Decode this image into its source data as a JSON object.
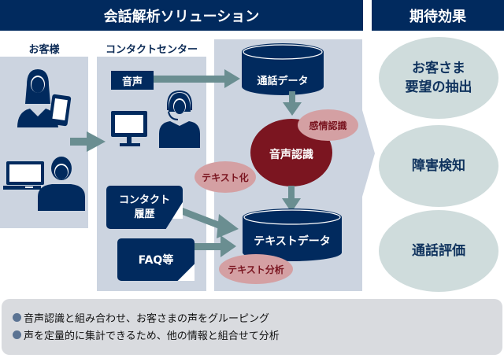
{
  "header": {
    "solution_title": "会話解析ソリューション",
    "effects_title": "期待効果"
  },
  "columns": {
    "customer_label": "お客様",
    "contact_center_label": "コンタクトセンター"
  },
  "contact_center": {
    "voice_label": "音声",
    "history_label_line1": "コンタクト",
    "history_label_line2": "履歴",
    "faq_label": "FAQ等"
  },
  "processing": {
    "call_data_label": "通話データ",
    "speech_recognition_label": "音声認識",
    "emotion_recognition_label": "感情認識",
    "text_conversion_label": "テキスト化",
    "text_data_label": "テキストデータ",
    "text_analysis_label": "テキスト分析"
  },
  "effects": [
    {
      "line1": "お客さま",
      "line2": "要望の抽出"
    },
    {
      "line1": "障害検知",
      "line2": ""
    },
    {
      "line1": "通話評価",
      "line2": ""
    }
  ],
  "notes": [
    "音声認識と組み合わせ、お客さまの声をグルーピング",
    "声を定量的に集計できるため、他の情報と組合せて分析"
  ],
  "colors": {
    "navy": "#012a5e",
    "panel": "#ccd4e0",
    "arrow": "#6a8e91",
    "speech_red": "#7b1520",
    "pink": "#d4a0a3",
    "effect": "#cfdcdc",
    "note_bg": "#d9dbdf"
  }
}
